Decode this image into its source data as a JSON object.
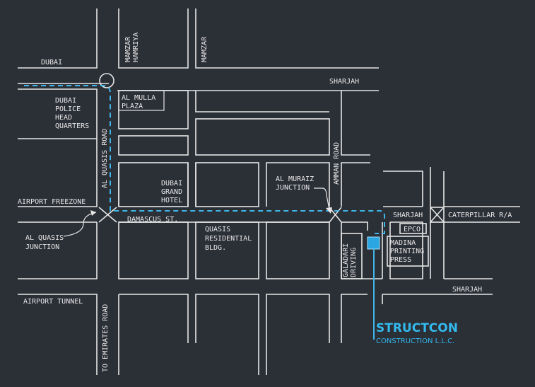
{
  "roads": {
    "dubai": "DUBAI",
    "sharjah_top": "SHARJAH",
    "sharjah_mid": "SHARJAH",
    "sharjah_bottom": "SHARJAH",
    "mamzar_hamriya": [
      "MAMZAR",
      "HAMRIYA"
    ],
    "mamzar": "MAMZAR",
    "al_quasis_road": "AL QUASIS ROAD",
    "amman_road": "AMMAN ROAD",
    "airport_freezone": "AIRPORT FREEZONE",
    "damascus_st": "DAMASCUS ST.",
    "airport_tunnel": "AIRPORT TUNNEL",
    "to_emirates_road": "TO EMIRATES ROAD",
    "caterpillar": "CATERPILLAR R/A"
  },
  "buildings": {
    "police": [
      "DUBAI",
      "POLICE",
      "HEAD",
      "QUARTERS"
    ],
    "al_mulla": [
      "AL MULLA",
      "PLAZA"
    ],
    "grand_hotel": [
      "DUBAI",
      "GRAND",
      "HOTEL"
    ],
    "quasis_residential": [
      "QUASIS",
      "RESIDENTIAL",
      "BLDG."
    ],
    "galadari": [
      "GALADARI",
      "DRIVING"
    ],
    "epco": "EPCO",
    "madina": [
      "MADINA",
      "PRINTING",
      "PRESS"
    ]
  },
  "junctions": {
    "al_quasis": [
      "AL QUASIS",
      "JUNCTION"
    ],
    "al_muraiz": [
      "AL MURAIZ",
      "JUNCTION"
    ]
  },
  "company": {
    "name": "STRUCTCON",
    "subtitle": "CONSTRUCTION L.L.C."
  },
  "colors": {
    "background": "#2b2f36",
    "lines": "#e6e6e6",
    "route": "#3fb7ea",
    "brand": "#33b9ee"
  }
}
